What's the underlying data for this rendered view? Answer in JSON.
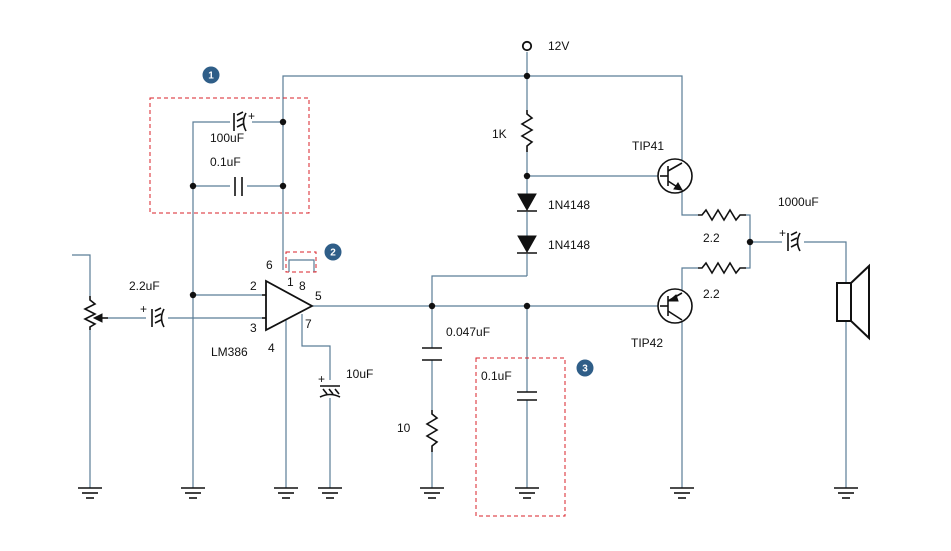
{
  "supply": {
    "label": "12V"
  },
  "badges": {
    "b1": "1",
    "b2": "2",
    "b3": "3"
  },
  "components": {
    "c_100u": "100uF",
    "c_01u_top": "0.1uF",
    "c_22u": "2.2uF",
    "ic": "LM386",
    "c_10u": "10uF",
    "r_1k": "1K",
    "d1": "1N4148",
    "d2": "1N4148",
    "q1": "TIP41",
    "q2": "TIP42",
    "r_22a": "2.2",
    "r_22b": "2.2",
    "c_1000u": "1000uF",
    "c_047u": "0.047uF",
    "r_10": "10",
    "c_01u_bot": "0.1uF"
  },
  "pins": {
    "p6": "6",
    "p2": "2",
    "p3": "3",
    "p4": "4",
    "p5": "5",
    "p7": "7",
    "p1": "1",
    "p8": "8",
    "plus": "+"
  },
  "colors": {
    "wire": "#5a7d96",
    "symbol": "#111111",
    "box": "#d9202a",
    "badge": "#2f5e88"
  }
}
